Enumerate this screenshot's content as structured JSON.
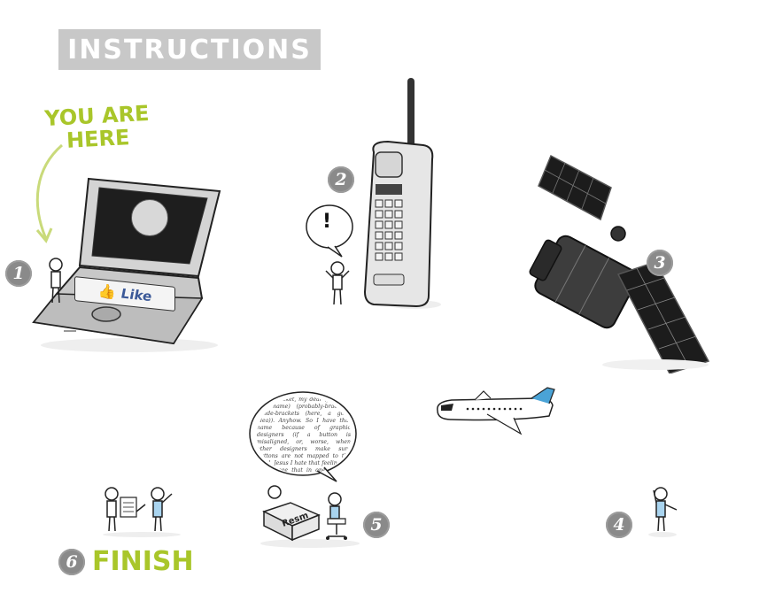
{
  "title": "INSTRUCTIONS",
  "you_are_here": "YOU ARE\nHERE",
  "steps": [
    {
      "number": "1"
    },
    {
      "number": "2"
    },
    {
      "number": "3"
    },
    {
      "number": "4"
    },
    {
      "number": "5"
    },
    {
      "number": "6",
      "label": "FINISH"
    }
  ],
  "laptop": {
    "like_label": "Like"
  },
  "phone_bubble": "!",
  "resume_label": "Resm",
  "speech_text": "Moon Rocket, my dear (from my last name) (probably-brackets-inside-brackets (here, a good idea)). Anyhow. So I have that name because of graphic designers (if a button is misaligned, or, worse, when other designers make sure buttons are not mapped to the pixel. Jesus I hate that feeling). If I ever see that in one of your designs I'll want to you gown down with a decent amount. Not to mention that if you would ever... would be fired instantly. Just kidding. If you ever get to work for me... to me in general) hello.",
  "colors": {
    "accent_green": "#a9c62a",
    "title_bg": "#c8c8c8",
    "step_circle": "#8a8a8a",
    "facebook_blue": "#3b5998",
    "shirt_blue": "#a9d4ef"
  }
}
